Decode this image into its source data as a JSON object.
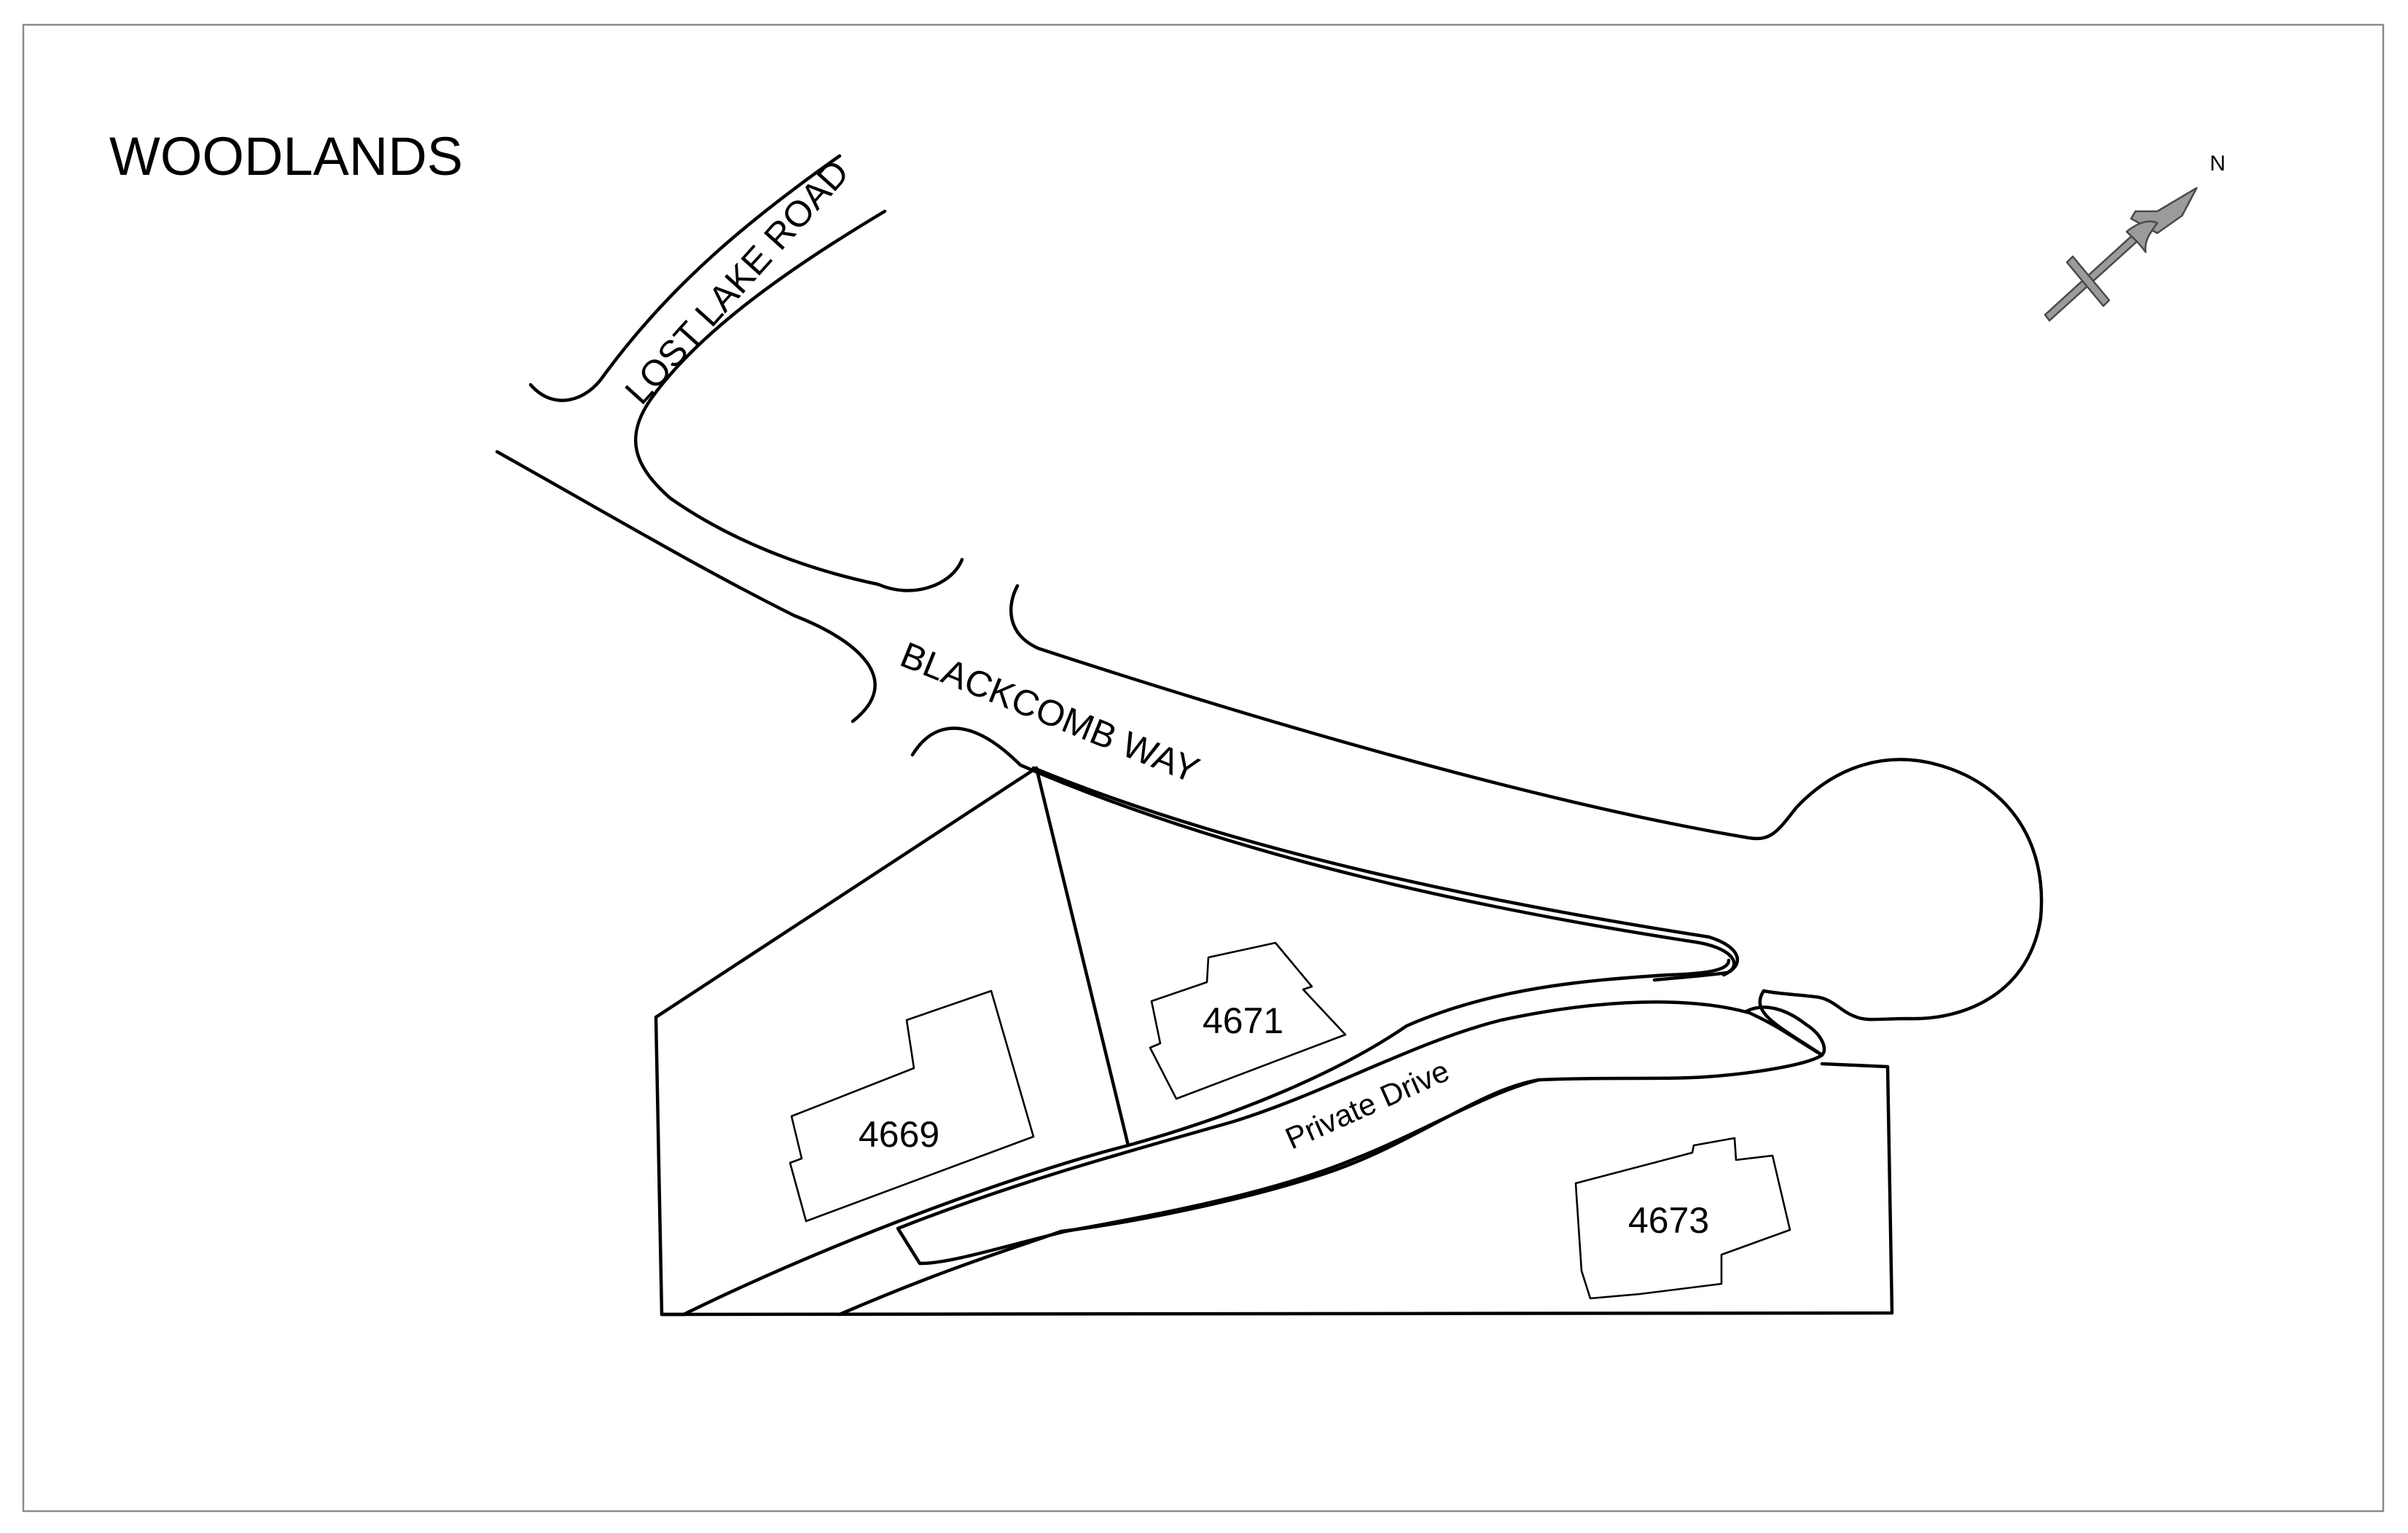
{
  "title": "WOODLANDS",
  "roads": {
    "lost_lake_road": "LOST LAKE ROAD",
    "blackcomb_way": "BLACKCOMB WAY",
    "private_drive": "Private Drive"
  },
  "lots": [
    {
      "number": "4669"
    },
    {
      "number": "4671"
    },
    {
      "number": "4673"
    }
  ],
  "north_arrow": {
    "label": "N",
    "icon": "north-arrow-icon"
  },
  "colors": {
    "lines": "#000000",
    "frame": "#8a8a8a",
    "north_arrow": "#9b9b9b",
    "background": "#ffffff"
  }
}
